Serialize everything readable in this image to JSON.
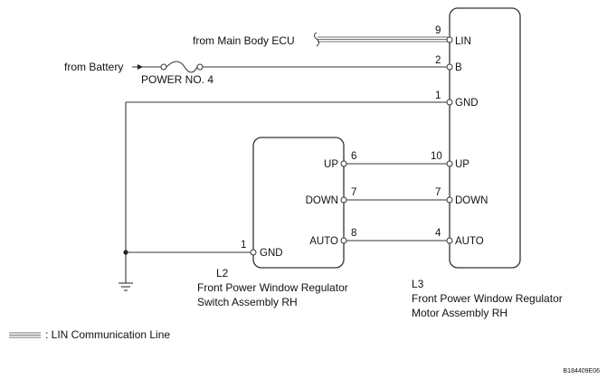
{
  "sources": {
    "main_body_ecu": "from Main Body ECU",
    "battery": "from Battery",
    "fuse": "POWER NO. 4"
  },
  "motor": {
    "code": "L3",
    "name_line1": "Front Power Window Regulator",
    "name_line2": "Motor Assembly RH",
    "pins": {
      "lin": {
        "number": "9",
        "label": "LIN"
      },
      "b": {
        "number": "2",
        "label": "B"
      },
      "gnd": {
        "number": "1",
        "label": "GND"
      },
      "up": {
        "number": "10",
        "label": "UP"
      },
      "down": {
        "number": "7",
        "label": "DOWN"
      },
      "auto": {
        "number": "4",
        "label": "AUTO"
      }
    }
  },
  "switch": {
    "code": "L2",
    "name_line1": "Front Power Window Regulator",
    "name_line2": "Switch Assembly RH",
    "pins": {
      "up": {
        "number": "6",
        "label": "UP"
      },
      "down": {
        "number": "7",
        "label": "DOWN"
      },
      "auto": {
        "number": "8",
        "label": "AUTO"
      },
      "gnd": {
        "number": "1",
        "label": "GND"
      }
    }
  },
  "legend": {
    "lin_line": ": LIN Communication Line"
  },
  "figure_code": "B184409E06"
}
